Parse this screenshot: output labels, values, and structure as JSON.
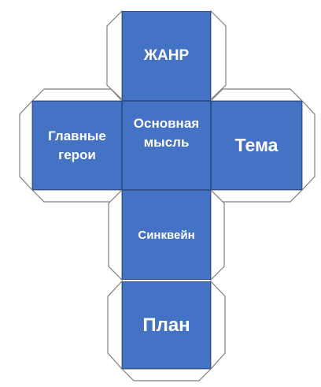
{
  "colors": {
    "face_fill": "#4472c4",
    "face_border": "#2f528f",
    "tab_outline": "#7f7f7f",
    "background": "#ffffff",
    "text": "#ffffff"
  },
  "faces": {
    "top": {
      "label": "ЖАНР"
    },
    "left": {
      "label_line1": "Главные",
      "label_line2": "герои"
    },
    "center": {
      "label_line1": "Основная",
      "label_line2": "мысль"
    },
    "right": {
      "label": "Тема"
    },
    "middle_lower": {
      "label": "Синквейн"
    },
    "bottom": {
      "label": "План"
    }
  }
}
